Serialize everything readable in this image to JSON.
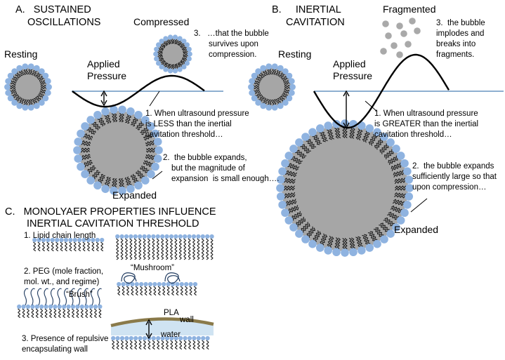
{
  "panel_a": {
    "title_line1": "A.   SUSTAINED",
    "title_line2": "OSCILLATIONS",
    "resting": "Resting",
    "compressed": "Compressed",
    "applied_line1": "Applied",
    "applied_line2": "Pressure",
    "expanded": "Expanded",
    "note1_line1": "1. When ultrasound pressure",
    "note1_line2": "is LESS than the inertial",
    "note1_line3": "cavitation threshold…",
    "note2_line1": "2.  the bubble expands,",
    "note2_line2": "but the magnitude of",
    "note2_line3": "expansion  is small enough….",
    "note3_line1": "3.   …that the bubble",
    "note3_line2": "survives upon",
    "note3_line3": "compression."
  },
  "panel_b": {
    "title_line1": "B.     INERTIAL",
    "title_line2": "CAVITATION",
    "fragmented": "Fragmented",
    "resting": "Resting",
    "applied_line1": "Applied",
    "applied_line2": "Pressure",
    "expanded": "Expanded",
    "note1_line1": "1. When ultrasound pressure",
    "note1_line2": "is GREATER than the inertial",
    "note1_line3": "cavitation threshold…",
    "note2_line1": "2.  the bubble expands",
    "note2_line2": "sufficiently large so that",
    "note2_line3": "upon compression…",
    "note3_line1": "3.  the bubble",
    "note3_line2": "implodes and",
    "note3_line3": "breaks into",
    "note3_line4": "fragments."
  },
  "panel_c": {
    "title_line1": "C.   MONOLYAER PROPERTIES INFLUENCE",
    "title_line2": "INERTIAL CAVITATION THRESHOLD",
    "item1": "1. Lipid chain length",
    "item2_line1": "2. PEG (mole fraction,",
    "item2_line2": "mol. wt., and regime)",
    "mushroom": "“Mushroom”",
    "brush": "“Brush”",
    "item3_line1": "3. Presence of repulsive",
    "item3_line2": "encapsulating wall",
    "pla": "PLA",
    "wall": "wall",
    "water": "water"
  },
  "colors": {
    "headgroup": "#8fb3e0",
    "core": "#a6a6a6",
    "lipid_tail": "#1a1a1a",
    "baseline": "#4a7fb5",
    "wall": "#8a7a4a",
    "water": "#cfe3f2"
  }
}
